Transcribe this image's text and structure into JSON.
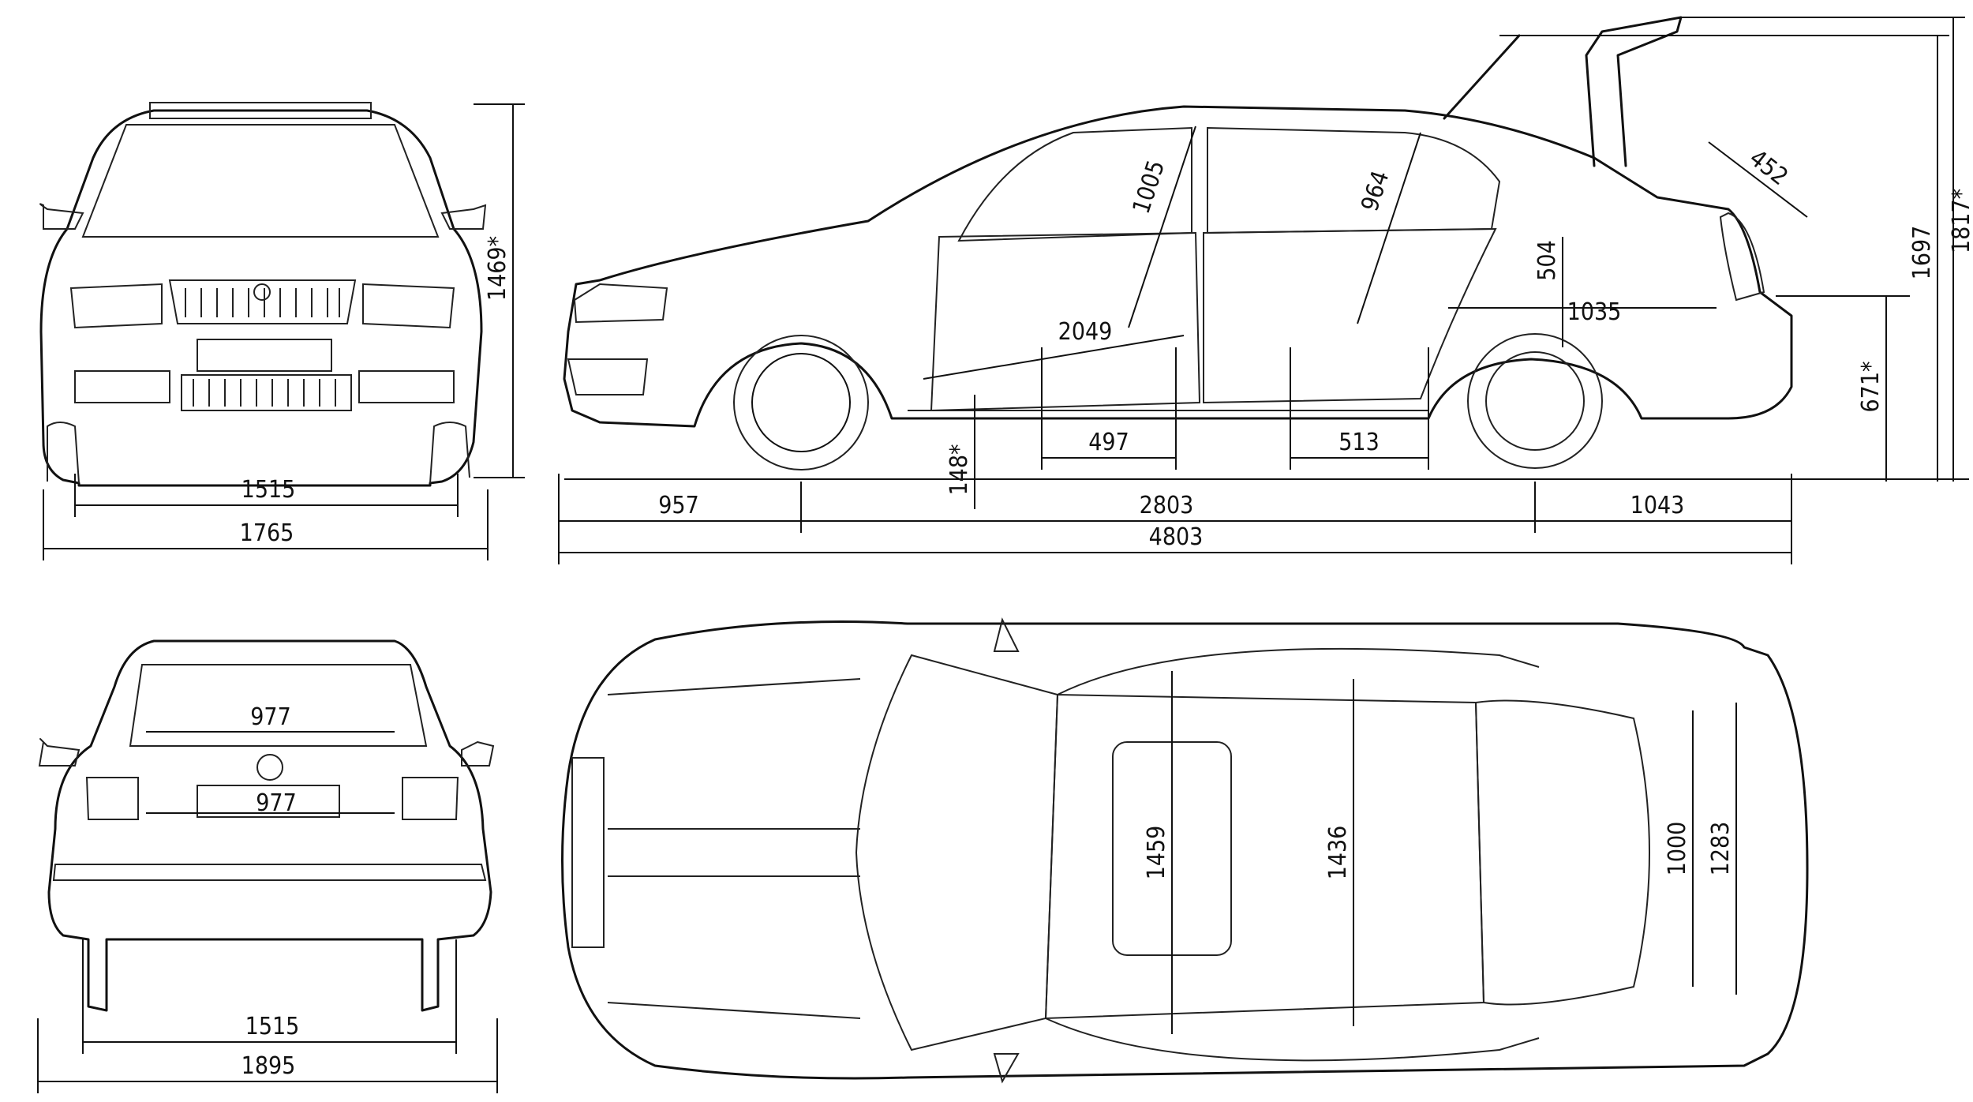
{
  "front_view": {
    "track_width": "1515",
    "overall_width": "1765",
    "height": "1469*"
  },
  "side_view": {
    "headroom_front": "1005",
    "headroom_rear": "964",
    "interior_length": "2049",
    "front_door_opening": "497",
    "rear_door_opening": "513",
    "ground_clearance": "148*",
    "trunk_height": "504",
    "trunk_length": "1035",
    "trunk_lid_depth": "452",
    "loading_sill_height": "671*",
    "roof_height": "1697",
    "open_lid_height": "1817*",
    "front_overhang": "957",
    "wheelbase": "2803",
    "rear_overhang": "1043",
    "overall_length": "4803"
  },
  "rear_view": {
    "trunk_opening_top": "977",
    "trunk_opening_bottom": "977",
    "track_width": "1515",
    "width_with_mirrors": "1895"
  },
  "top_view": {
    "sunroof_length": "1459",
    "cabin_width": "1436",
    "trunk_floor_width": "1000",
    "trunk_width": "1283"
  }
}
